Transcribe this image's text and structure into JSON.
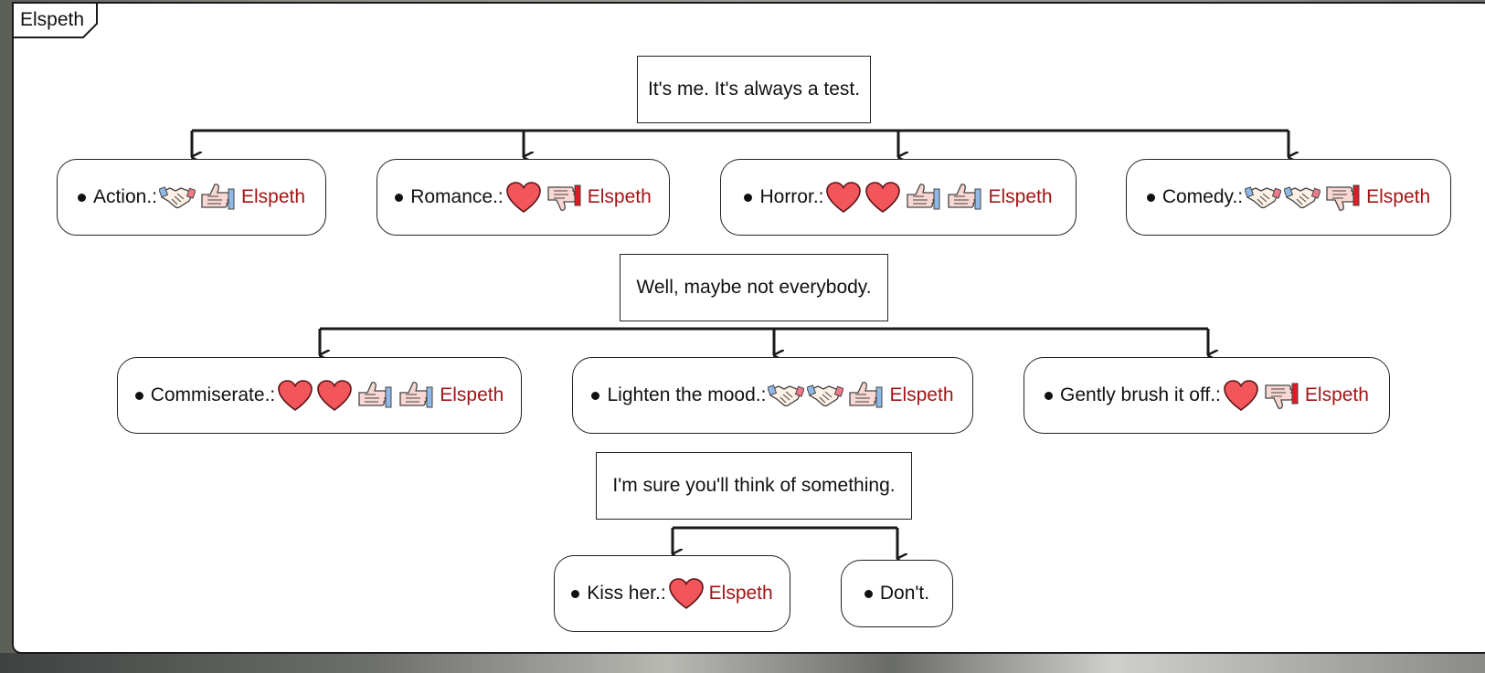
{
  "speaker_tab": "Elspeth",
  "prompts": [
    "It's me. It's always a test.",
    "Well, maybe not everybody.",
    "I'm sure you'll think of something."
  ],
  "options": [
    {
      "label": "Action.:",
      "icons": [
        "handshake-icon",
        "thumbs-up-icon"
      ],
      "character": "Elspeth"
    },
    {
      "label": "Romance.:",
      "icons": [
        "heart-icon",
        "thumbs-down-icon"
      ],
      "character": "Elspeth"
    },
    {
      "label": "Horror.:",
      "icons": [
        "heart-icon",
        "heart-icon",
        "thumbs-up-icon",
        "thumbs-up-icon"
      ],
      "character": "Elspeth"
    },
    {
      "label": "Comedy.:",
      "icons": [
        "handshake-icon",
        "handshake-icon",
        "thumbs-down-icon"
      ],
      "character": "Elspeth"
    },
    {
      "label": "Commiserate.:",
      "icons": [
        "heart-icon",
        "heart-icon",
        "thumbs-up-icon",
        "thumbs-up-icon"
      ],
      "character": "Elspeth"
    },
    {
      "label": "Lighten the mood.:",
      "icons": [
        "handshake-icon",
        "handshake-icon",
        "thumbs-up-icon"
      ],
      "character": "Elspeth"
    },
    {
      "label": "Gently brush it off.:",
      "icons": [
        "heart-icon",
        "thumbs-down-icon"
      ],
      "character": "Elspeth"
    },
    {
      "label": "Kiss her.:",
      "icons": [
        "heart-icon"
      ],
      "character": "Elspeth"
    },
    {
      "label": "Don't.",
      "icons": [],
      "character": ""
    }
  ],
  "colors": {
    "character": "#a31515",
    "heart": "#f2555a",
    "thumb_up_cuff": "#8fb8e6",
    "thumb_down_cuff": "#e01b24"
  }
}
